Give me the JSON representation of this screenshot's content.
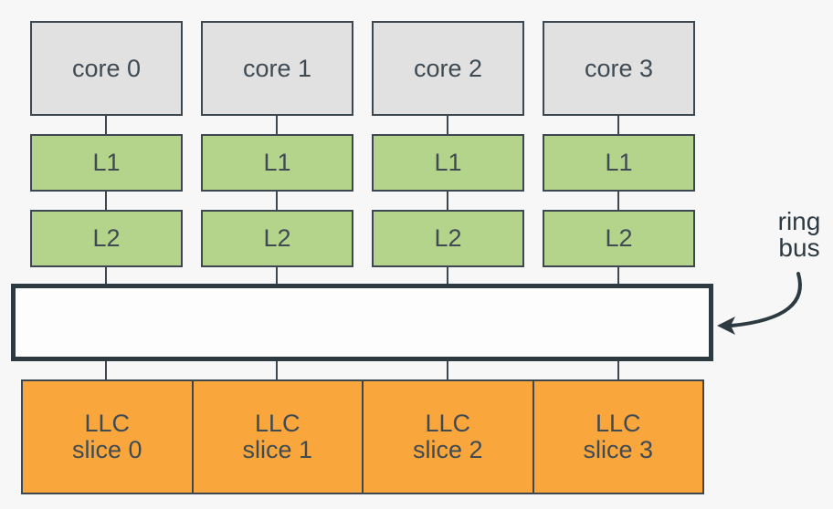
{
  "cores": [
    "core 0",
    "core 1",
    "core 2",
    "core 3"
  ],
  "l1_caches": [
    "L1",
    "L1",
    "L1",
    "L1"
  ],
  "l2_caches": [
    "L2",
    "L2",
    "L2",
    "L2"
  ],
  "llc_slices": [
    {
      "line1": "LLC",
      "line2": "slice 0"
    },
    {
      "line1": "LLC",
      "line2": "slice 1"
    },
    {
      "line1": "LLC",
      "line2": "slice 2"
    },
    {
      "line1": "LLC",
      "line2": "slice 3"
    }
  ],
  "ring_bus": {
    "label_line1": "ring",
    "label_line2": "bus"
  },
  "colors": {
    "background": "#f7f7f7",
    "core_fill": "#e1e1e1",
    "cache_fill": "#b4d38b",
    "llc_fill": "#f9a73d",
    "outline": "#3d4750",
    "bus_outline": "#2e3a42",
    "text": "#3f4a53",
    "annotation": "#2e3a42"
  }
}
